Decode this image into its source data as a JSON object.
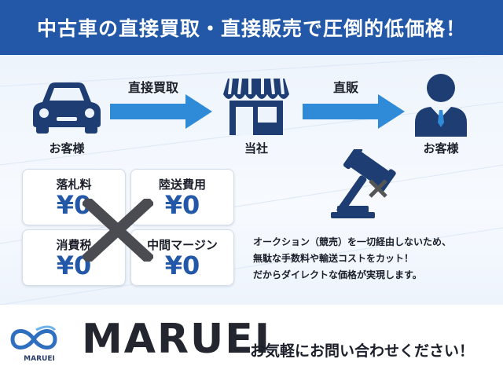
{
  "header": {
    "title": "中古車の直接買取・直接販売で圧倒的低価格！"
  },
  "flow": {
    "left_label": "お客様",
    "center_label": "当社",
    "right_label": "お客様",
    "arrow1_label": "直接買取",
    "arrow2_label": "直販"
  },
  "fees": [
    {
      "name": "落札料",
      "value": "¥0"
    },
    {
      "name": "陸送費用",
      "value": "¥0"
    },
    {
      "name": "消費税",
      "value": "¥0"
    },
    {
      "name": "中間マージン",
      "value": "¥0"
    }
  ],
  "note": {
    "line1": "オークション（競売）を一切経由しないため、",
    "line2": "無駄な手数料や輸送コストをカット！",
    "line3": "だからダイレクトな価格が実現します。"
  },
  "footer": {
    "logo_text": "MARUEI",
    "brand": "MARUEI",
    "contact": "お気軽にお問い合わせください！"
  },
  "colors": {
    "primary": "#2358a8",
    "accent": "#2f8ad8",
    "dark": "#1e3d73",
    "text": "#1b1f2a"
  }
}
